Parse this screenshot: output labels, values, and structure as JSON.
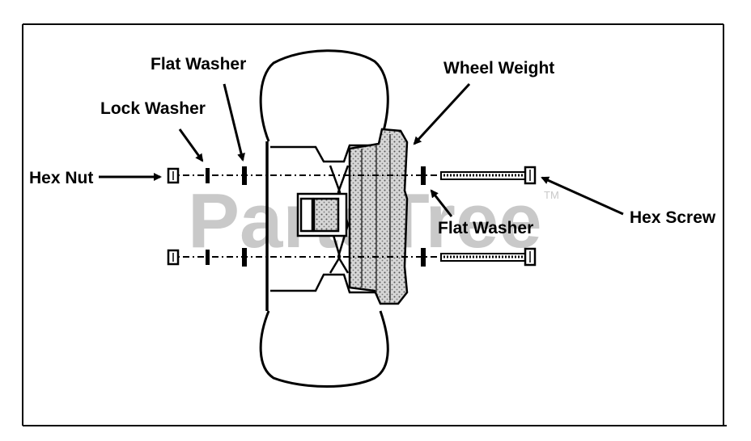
{
  "labels": {
    "hex_nut": "Hex Nut",
    "lock_washer": "Lock Washer",
    "flat_washer_top": "Flat Washer",
    "wheel_weight": "Wheel Weight",
    "flat_washer_bottom": "Flat Washer",
    "hex_screw": "Hex Screw"
  },
  "watermark": {
    "text": "PartsTree",
    "trademark": "TM"
  },
  "colors": {
    "ink": "#000000",
    "watermark": "#c9c9c9",
    "weight_fill": "#bdbdbd",
    "background": "#ffffff"
  }
}
